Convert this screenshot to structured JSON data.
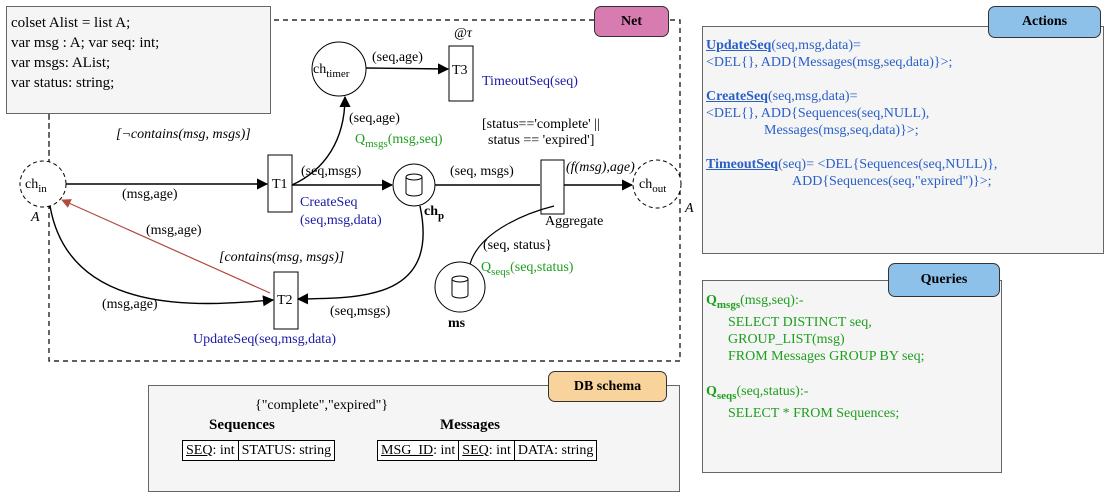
{
  "colset_box": {
    "lines": [
      "colset Alist = list A;",
      "var msg : A; var seq: int;",
      "var msgs: AList;",
      "var status: string;"
    ]
  },
  "net": {
    "title": "Net",
    "places": {
      "ch_in": "ch",
      "ch_in_sub": "in",
      "ch_in_type": "A",
      "ch_timer": "ch",
      "ch_timer_sub": "timer",
      "ch_out": "ch",
      "ch_out_sub": "out",
      "ch_out_type": "A",
      "ch_p": "ch",
      "ch_p_sub": "p",
      "ms": "ms"
    },
    "transitions": {
      "t1": "T1",
      "t2": "T2",
      "t3": "T3",
      "aggregate": "Aggregate",
      "t3_time": "@τ"
    },
    "arcs": {
      "in_to_t1": "(msg,age)",
      "in_to_t2": "(msg,age)",
      "t2_to_in": "(msg,age)",
      "timer_to_t3": "(seq,age)",
      "t1_to_timer": "(seq,age)",
      "t1_to_chp": "(seq,msgs)",
      "chp_to_agg": "(seq, msgs)",
      "agg_to_out": "(f(msg),age)",
      "ms_to_agg": "(seq, status}",
      "chp_to_t2": "(seq,msgs)"
    },
    "guards": {
      "t1": "[¬contains(msg, msgs)]",
      "t2": "[contains(msg, msgs)]",
      "agg_line1": "[status=='complete' ||",
      "agg_line2": "status == 'expired']"
    },
    "actions": {
      "t1_line1": "CreateSeq",
      "t1_line2": "(seq,msg,data)",
      "t2": "UpdateSeq(seq,msg,data)",
      "t3": "TimeoutSeq(seq)"
    },
    "queries": {
      "q_msgs": "Q",
      "q_msgs_sub": "msgs",
      "q_msgs_args": "(msg,seq)",
      "q_seqs": "Q",
      "q_seqs_sub": "seqs",
      "q_seqs_args": "(seq,status)"
    }
  },
  "actions_panel": {
    "title": "Actions",
    "update_name": "UpdateSeq",
    "update_args": "(seq,msg,data)=",
    "update_body": "<DEL{}, ADD{Messages(msg,seq,data)}>;",
    "create_name": "CreateSeq",
    "create_args": "(seq,msg,data)=",
    "create_body1": "<DEL{}, ADD{Sequences(seq,NULL),",
    "create_body2": "Messages(msg,seq,data)}>;",
    "timeout_name": "TimeoutSeq",
    "timeout_line1": "(seq)= <DEL{Sequences(seq,NULL)},",
    "timeout_line2": "ADD{Sequences(seq,\"expired\")}>;"
  },
  "queries_panel": {
    "title": "Queries",
    "qmsgs_q": "Q",
    "qmsgs_sub": "msgs",
    "qmsgs_head": "(msg,seq):-",
    "qmsgs_l1": "SELECT DISTINCT seq,",
    "qmsgs_l2": "GROUP_LIST(msg)",
    "qmsgs_l3": "FROM Messages GROUP BY seq;",
    "qseqs_q": "Q",
    "qseqs_sub": "seqs",
    "qseqs_head": "(seq,status):-",
    "qseqs_l1": "SELECT * FROM Sequences;"
  },
  "db_schema": {
    "title": "DB schema",
    "domain_note": "{\"complete\",\"expired\"}",
    "sequences_title": "Sequences",
    "messages_title": "Messages",
    "seq_pk": "SEQ",
    "seq_pk_type": ": int",
    "status_col": "STATUS: string",
    "msgid_pk": "MSG_ID",
    "msgid_type": ": int",
    "seq_fk": "SEQ",
    "seq_fk_type": ": int",
    "data_col": "DATA: string"
  },
  "colors": {
    "net_badge": "#d87bb0",
    "actions_badge": "#8ec1ea",
    "queries_badge": "#8ec1ea",
    "db_badge": "#f9d39c",
    "action_text": "#1a1aa6",
    "query_text": "#1e9e1e",
    "actions_panel_text": "#2a5fc7",
    "red_arc": "#b34a3f"
  }
}
